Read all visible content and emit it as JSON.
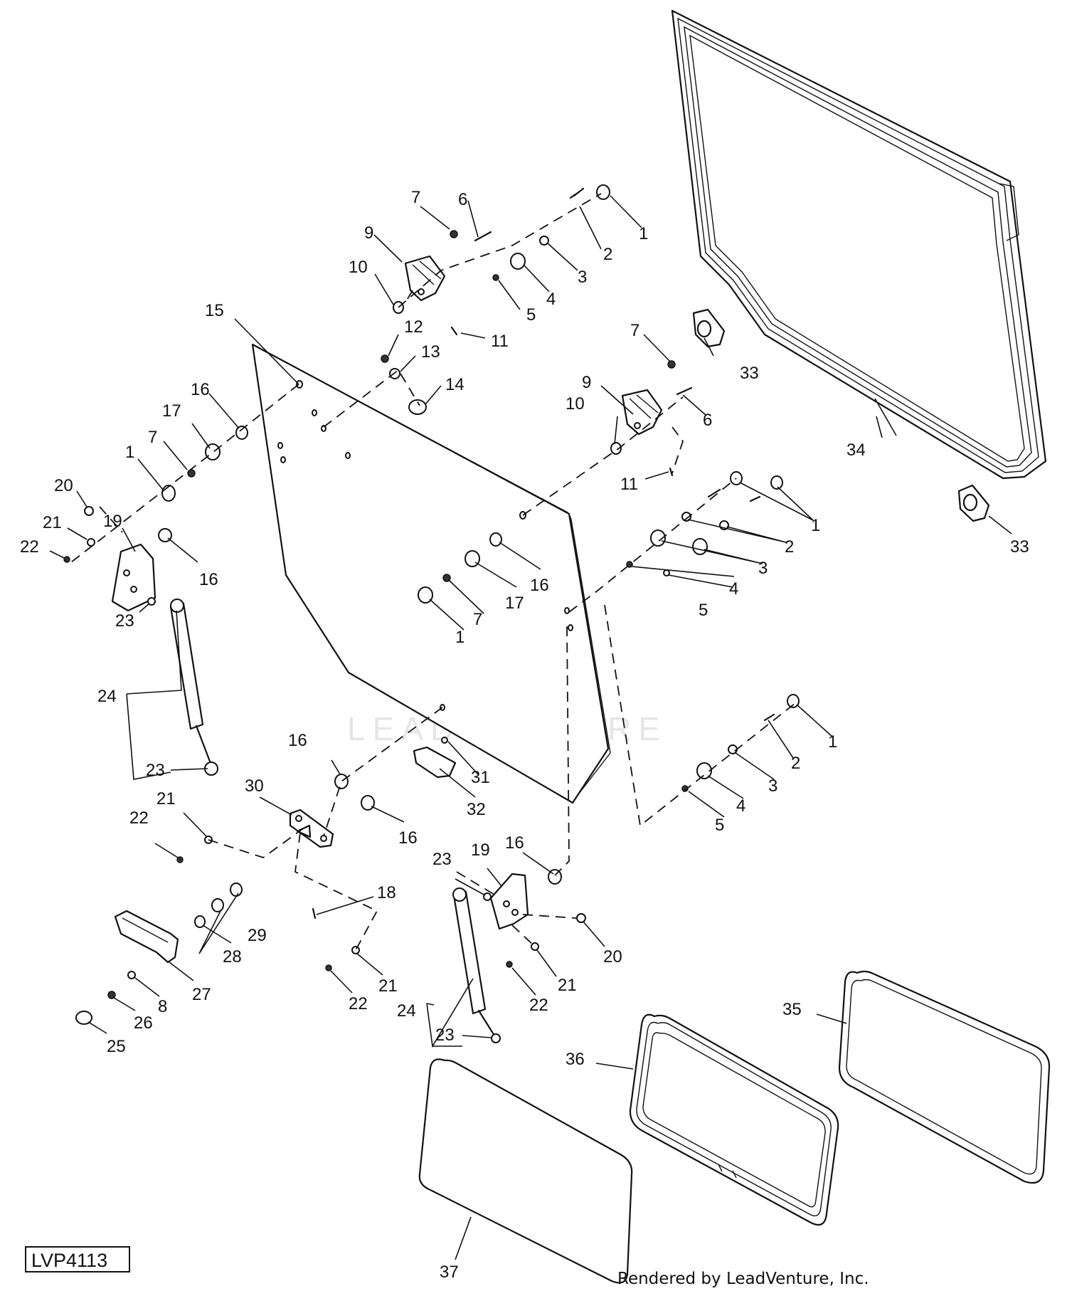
{
  "diagram": {
    "drawing_id": "LVP4113",
    "credit": "Rendered by LeadVenture, Inc.",
    "watermark": "LEADVENTURE",
    "callouts": {
      "c1": "1",
      "c2": "2",
      "c3": "3",
      "c4": "4",
      "c5": "5",
      "c6": "6",
      "c7": "7",
      "c8": "8",
      "c9": "9",
      "c10": "10",
      "c11": "11",
      "c12": "12",
      "c13": "13",
      "c14": "14",
      "c15": "15",
      "c16": "16",
      "c17": "17",
      "c18": "18",
      "c19": "19",
      "c20": "20",
      "c21": "21",
      "c22": "22",
      "c23": "23",
      "c24": "24",
      "c25": "25",
      "c26": "26",
      "c27": "27",
      "c28": "28",
      "c29": "29",
      "c30": "30",
      "c31": "31",
      "c32": "32",
      "c33": "33",
      "c34": "34",
      "c35": "35",
      "c36": "36",
      "c37": "37"
    }
  }
}
